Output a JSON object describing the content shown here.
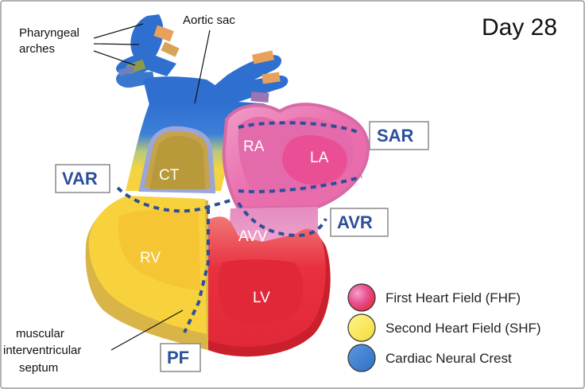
{
  "title": "Day 28",
  "annotations": {
    "pharyngeal_line1": "Pharyngeal",
    "pharyngeal_line2": "arches",
    "aortic_sac": "Aortic sac",
    "septum_line1": "muscular",
    "septum_line2": "interventricular",
    "septum_line3": "septum"
  },
  "chambers": {
    "ct": "CT",
    "ra": "RA",
    "la": "LA",
    "avv": "AVV",
    "rv": "RV",
    "lv": "LV"
  },
  "boundaries": {
    "var": "VAR",
    "sar": "SAR",
    "avr": "AVR",
    "pf": "PF"
  },
  "legend": [
    {
      "label": "First Heart Field (FHF)",
      "color": "#e8303f"
    },
    {
      "label": "Second Heart Field (SHF)",
      "color": "#f5e04a"
    },
    {
      "label": "Cardiac Neural Crest",
      "color": "#3a78c4"
    }
  ],
  "colors": {
    "fhf_red": "#e8303f",
    "fhf_pink": "#e77bb5",
    "shf_yellow": "#f7d23c",
    "neural_crest_blue": "#2f6fd0",
    "boundary_box": "#2c4f9a"
  }
}
